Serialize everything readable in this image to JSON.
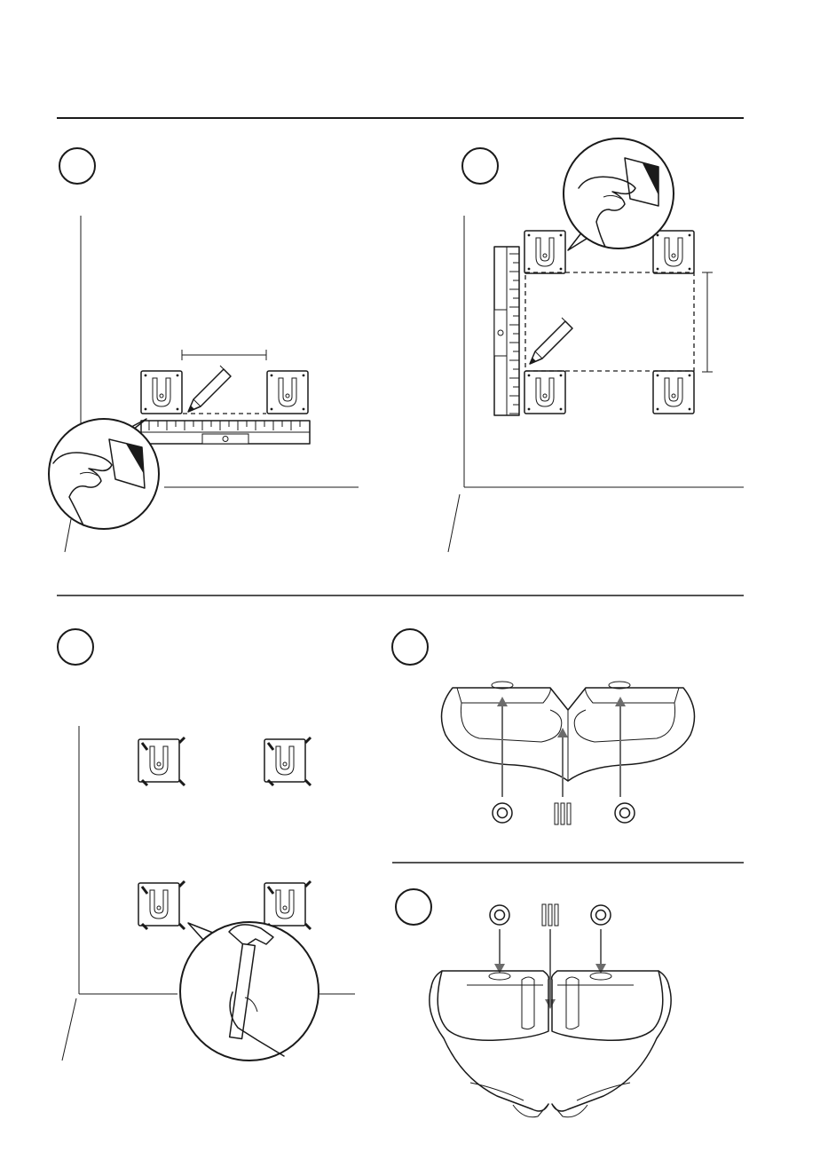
{
  "page": {
    "background": "#ffffff",
    "line_color": "#1a1a1a",
    "arrow_color": "#6b6b6b"
  },
  "steps": [
    {
      "id": "step-1",
      "number": "",
      "icon": "step-circle"
    },
    {
      "id": "step-2",
      "number": "",
      "icon": "step-circle"
    },
    {
      "id": "step-3",
      "number": "",
      "icon": "step-circle"
    },
    {
      "id": "step-4",
      "number": "",
      "icon": "step-circle"
    },
    {
      "id": "step-5",
      "number": "",
      "icon": "step-circle"
    }
  ],
  "icons": {
    "hand_peel": "hand-peeling-tape-icon",
    "pencil": "pencil-icon",
    "level": "spirit-level-icon",
    "hammer": "hammer-icon",
    "bracket": "wall-bracket-icon",
    "pad": "adhesive-pad-icon",
    "clip": "connector-clip-icon",
    "speaker": "speaker-back-icon"
  }
}
